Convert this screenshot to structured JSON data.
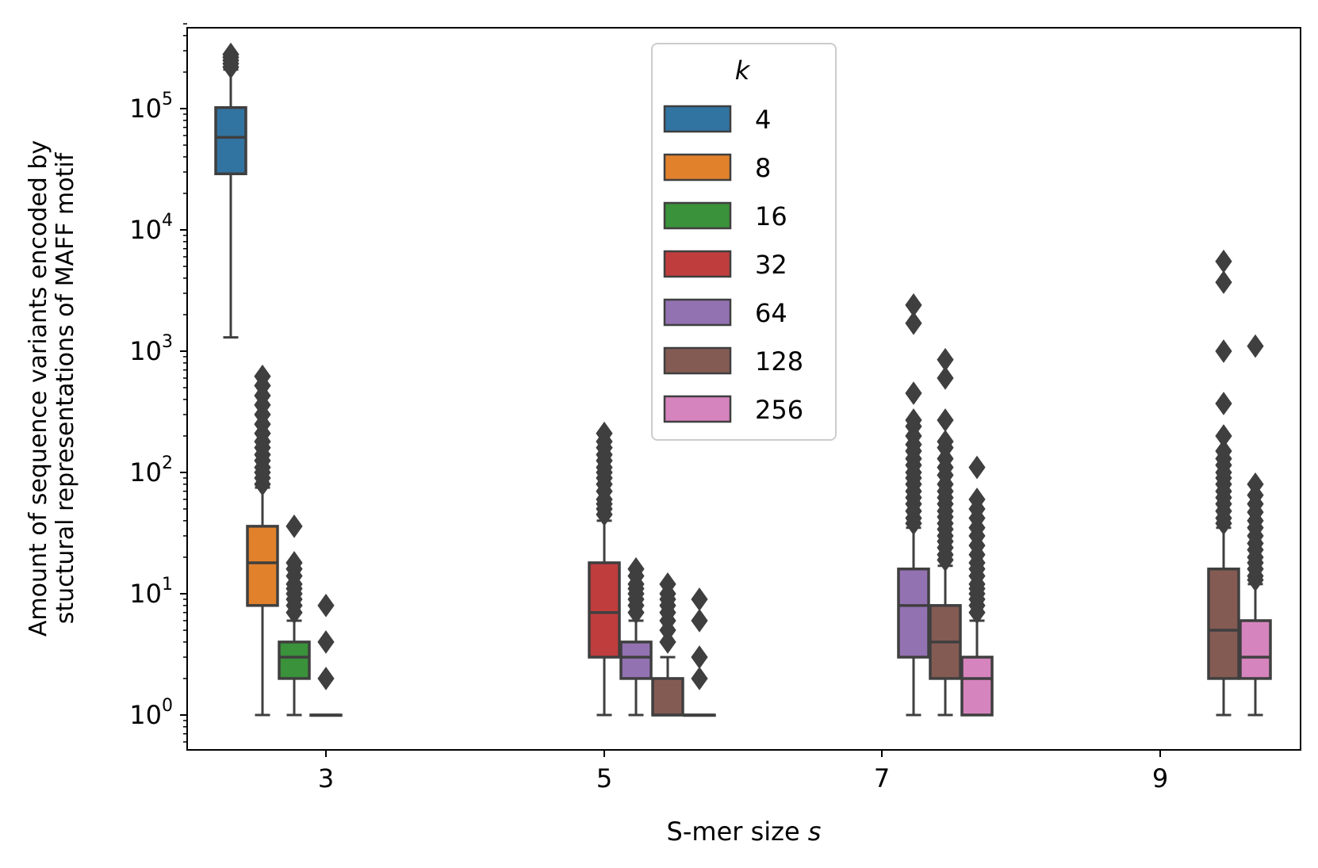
{
  "chart_data": {
    "type": "box",
    "xlabel": "S-mer size",
    "xlabel_var": "s",
    "ylabel_line1": "Amount of sequence variants encoded by",
    "ylabel_line2": "stuctural representations of MAFF motif",
    "yscale": "log",
    "ylim": [
      0.55,
      500000
    ],
    "categories": [
      "3",
      "5",
      "7",
      "9"
    ],
    "y_ticks": [
      {
        "value": 1,
        "base": "10",
        "exp": "0"
      },
      {
        "value": 10,
        "base": "10",
        "exp": "1"
      },
      {
        "value": 100,
        "base": "10",
        "exp": "2"
      },
      {
        "value": 1000,
        "base": "10",
        "exp": "3"
      },
      {
        "value": 10000,
        "base": "10",
        "exp": "4"
      },
      {
        "value": 100000,
        "base": "10",
        "exp": "5"
      }
    ],
    "legend": {
      "title": "k",
      "placement": "upper center",
      "items": [
        {
          "label": "4",
          "color": "#3274a1"
        },
        {
          "label": "8",
          "color": "#e1812c"
        },
        {
          "label": "16",
          "color": "#3a923a"
        },
        {
          "label": "32",
          "color": "#c03d3e"
        },
        {
          "label": "64",
          "color": "#9372b2"
        },
        {
          "label": "128",
          "color": "#845b53"
        },
        {
          "label": "256",
          "color": "#d684bd"
        }
      ]
    },
    "series": [
      {
        "k": "4",
        "category": "3",
        "color": "#3274a1",
        "whislo": 1300,
        "q1": 29000,
        "med": 58000,
        "q3": 102000,
        "whishi": 210000,
        "fliers": [
          220000,
          235000,
          250000,
          265000,
          280000
        ]
      },
      {
        "k": "8",
        "category": "3",
        "color": "#e1812c",
        "whislo": 1,
        "q1": 8,
        "med": 18,
        "q3": 36,
        "whishi": 75,
        "fliers": [
          80,
          90,
          100,
          110,
          125,
          140,
          160,
          180,
          210,
          250,
          300,
          360,
          430,
          520,
          620
        ]
      },
      {
        "k": "16",
        "category": "3",
        "color": "#3a923a",
        "whislo": 1,
        "q1": 2,
        "med": 3,
        "q3": 4,
        "whishi": 6,
        "fliers": [
          7,
          8,
          9,
          10,
          11,
          12,
          14,
          16,
          18,
          36
        ]
      },
      {
        "k": "32",
        "category": "3",
        "color": "#c03d3e",
        "whislo": 1,
        "q1": 1,
        "med": 1,
        "q3": 1,
        "whishi": 1,
        "fliers": [
          2,
          4,
          8
        ]
      },
      {
        "k": "32",
        "category": "5",
        "color": "#c03d3e",
        "whislo": 1,
        "q1": 3,
        "med": 7,
        "q3": 18,
        "whishi": 40,
        "fliers": [
          45,
          50,
          55,
          60,
          70,
          80,
          90,
          100,
          110,
          125,
          140,
          160,
          180,
          210
        ]
      },
      {
        "k": "64",
        "category": "5",
        "color": "#9372b2",
        "whislo": 1,
        "q1": 2,
        "med": 3,
        "q3": 4,
        "whishi": 6,
        "fliers": [
          7,
          8,
          9,
          10,
          11,
          12,
          14,
          16
        ]
      },
      {
        "k": "128",
        "category": "5",
        "color": "#845b53",
        "whislo": 1,
        "q1": 1,
        "med": 1,
        "q3": 2,
        "whishi": 3,
        "fliers": [
          4,
          5,
          6,
          7,
          8,
          9,
          10,
          12
        ]
      },
      {
        "k": "256",
        "category": "5",
        "color": "#d684bd",
        "whislo": 1,
        "q1": 1,
        "med": 1,
        "q3": 1,
        "whishi": 1,
        "fliers": [
          2,
          3,
          6,
          9
        ]
      },
      {
        "k": "64",
        "category": "7",
        "color": "#9372b2",
        "whislo": 1,
        "q1": 3,
        "med": 8,
        "q3": 16,
        "whishi": 35,
        "fliers": [
          38,
          42,
          48,
          55,
          62,
          70,
          80,
          90,
          100,
          115,
          130,
          150,
          170,
          200,
          240,
          270,
          450,
          1700,
          2400
        ]
      },
      {
        "k": "128",
        "category": "7",
        "color": "#845b53",
        "whislo": 1,
        "q1": 2,
        "med": 4,
        "q3": 8,
        "whishi": 17,
        "fliers": [
          19,
          21,
          24,
          27,
          30,
          34,
          38,
          43,
          48,
          55,
          62,
          70,
          80,
          95,
          110,
          130,
          160,
          180,
          270,
          600,
          850
        ]
      },
      {
        "k": "256",
        "category": "7",
        "color": "#d684bd",
        "whislo": 1,
        "q1": 1,
        "med": 2,
        "q3": 3,
        "whishi": 6,
        "fliers": [
          7,
          8,
          9,
          10,
          11,
          12,
          14,
          16,
          18,
          21,
          25,
          30,
          35,
          42,
          50,
          60,
          110
        ]
      },
      {
        "k": "128",
        "category": "9",
        "color": "#845b53",
        "whislo": 1,
        "q1": 2,
        "med": 5,
        "q3": 16,
        "whishi": 35,
        "fliers": [
          38,
          42,
          48,
          55,
          62,
          70,
          80,
          90,
          100,
          115,
          130,
          150,
          200,
          370,
          1000,
          3700,
          5500
        ]
      },
      {
        "k": "256",
        "category": "9",
        "color": "#d684bd",
        "whislo": 1,
        "q1": 2,
        "med": 3,
        "q3": 6,
        "whishi": 12,
        "fliers": [
          13,
          14,
          16,
          18,
          20,
          23,
          26,
          30,
          35,
          40,
          47,
          55,
          65,
          80,
          1100
        ]
      }
    ]
  }
}
